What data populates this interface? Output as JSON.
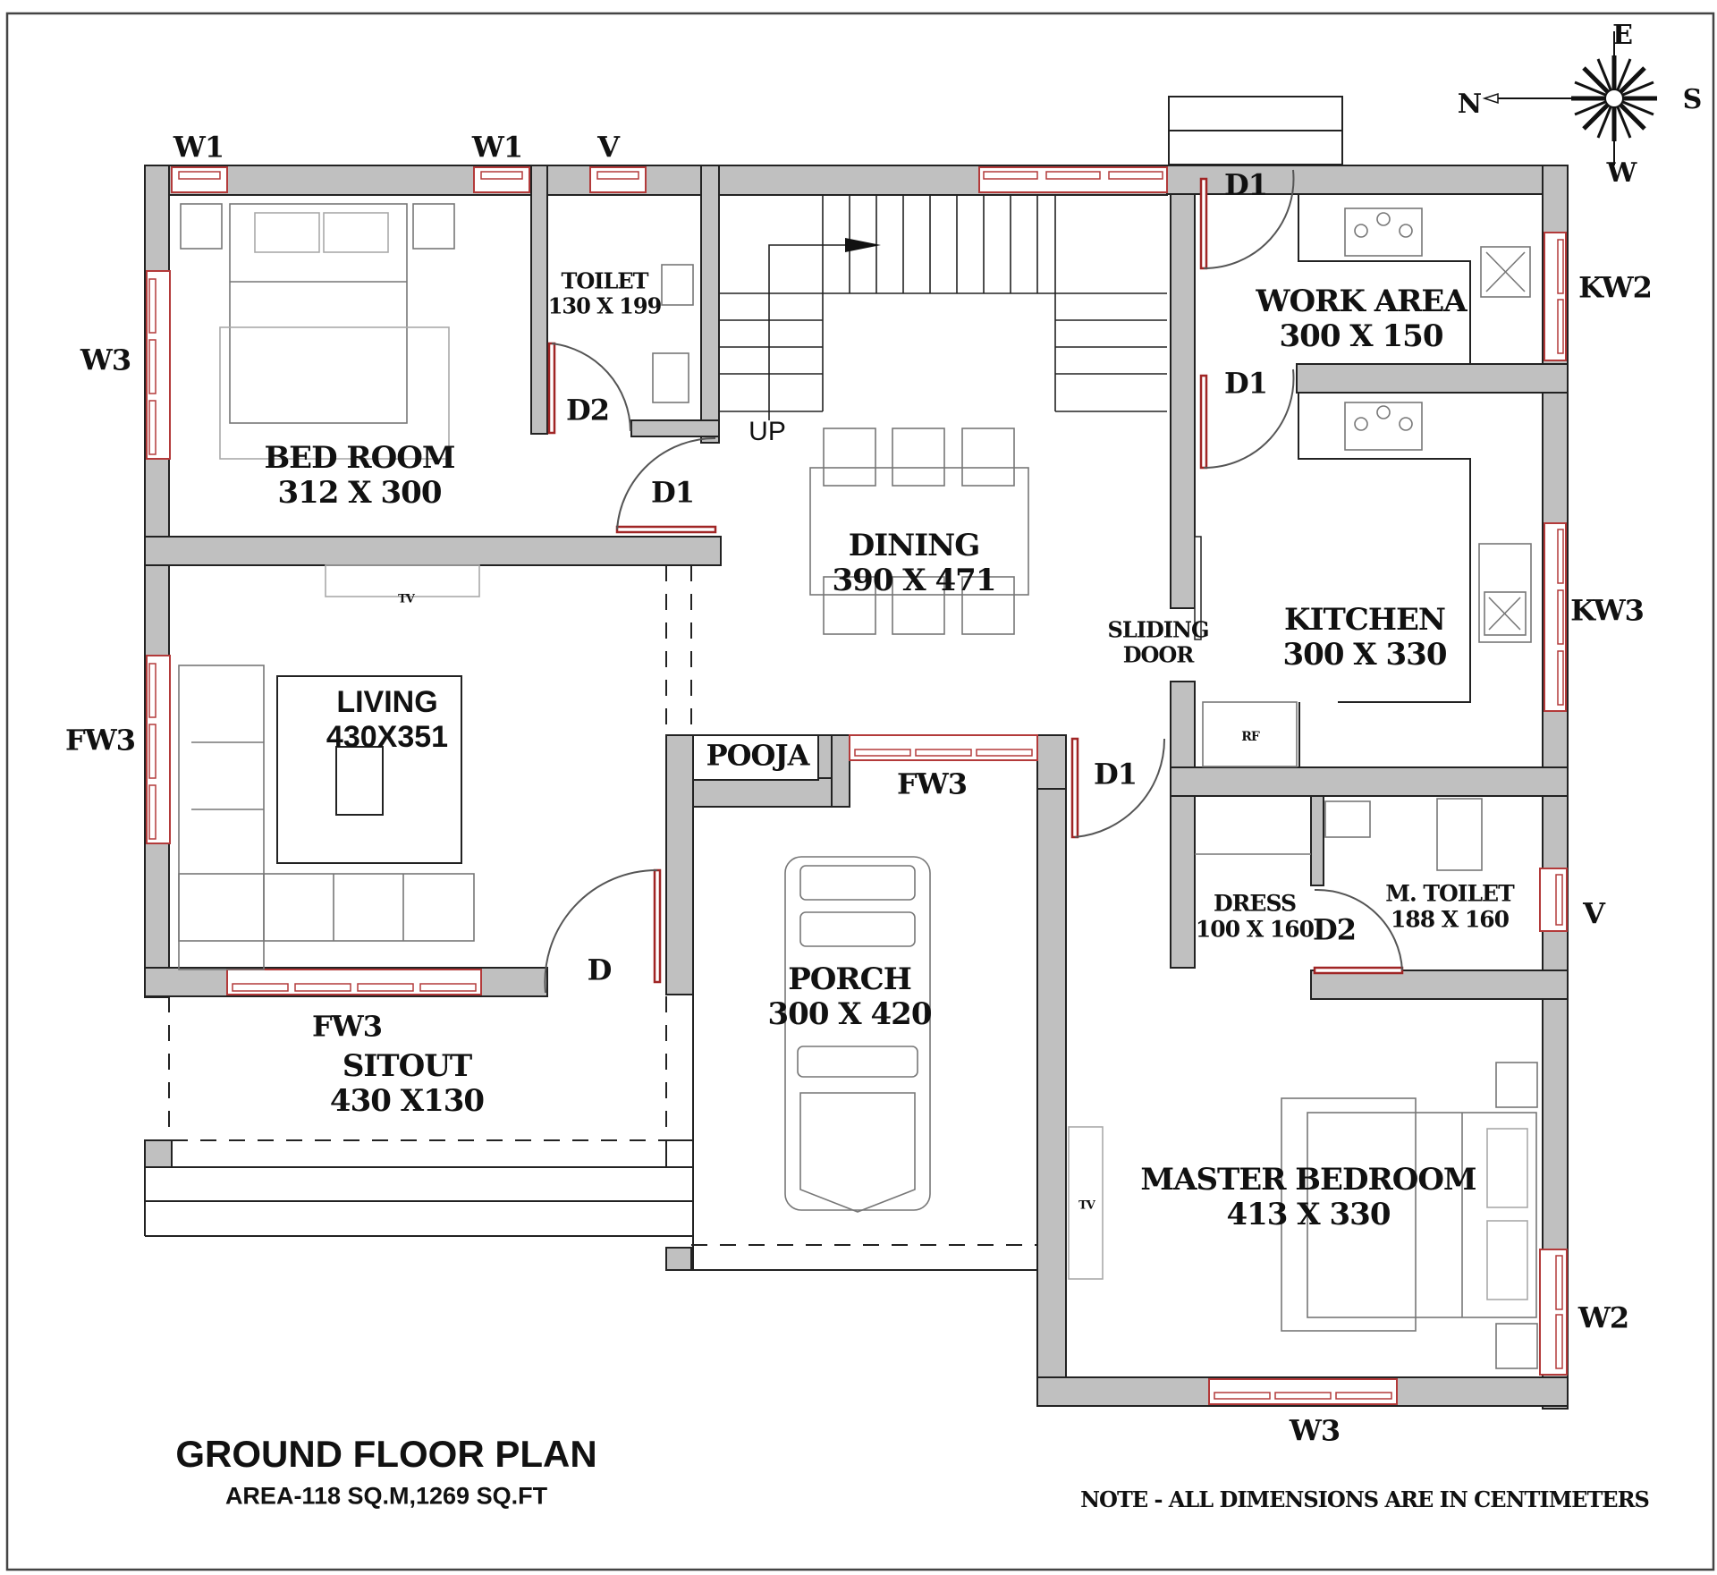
{
  "title": "GROUND FLOOR PLAN",
  "area": "AREA-118 SQ.M,1269 SQ.FT",
  "note": "NOTE - ALL DIMENSIONS ARE IN CENTIMETERS",
  "compass": {
    "north": "N",
    "east": "E",
    "south": "S",
    "west": "W"
  },
  "rooms": {
    "bedroom": {
      "name": "BED ROOM",
      "size": "312 X 300"
    },
    "toilet": {
      "name": "TOILET",
      "size": "130 X 199"
    },
    "dining": {
      "name": "DINING",
      "size": "390 X 471"
    },
    "work_area": {
      "name": "WORK AREA",
      "size": "300 X 150"
    },
    "kitchen": {
      "name": "KITCHEN",
      "size": "300 X 330"
    },
    "living": {
      "name": "LIVING",
      "size": "430X351"
    },
    "pooja": {
      "name": "POOJA"
    },
    "porch": {
      "name": "PORCH",
      "size": "300 X 420"
    },
    "sitout": {
      "name": "SITOUT",
      "size": "430 X130"
    },
    "dress": {
      "name": "DRESS",
      "size": "100  X 160"
    },
    "master_toilet": {
      "name": "M. TOILET",
      "size": "188  X 160"
    },
    "master_bedroom": {
      "name": "MASTER BEDROOM",
      "size": "413 X 330"
    }
  },
  "labels": {
    "stairs_up": "UP",
    "sliding_door": "SLIDING\nDOOR",
    "tv": "TV",
    "fridge": "RF"
  },
  "openings": {
    "w1_left": "W1",
    "w1_right": "W1",
    "v_toilet": "V",
    "w3_bedroom": "W3",
    "fw3_living": "FW3",
    "fw3_sitout": "FW3",
    "fw3_porch": "FW3",
    "kw2": "KW2",
    "kw3": "KW3",
    "v_master_toilet": "V",
    "w2": "W2",
    "w3_master": "W3",
    "d1_work_top": "D1",
    "d1_work_kitchen": "D1",
    "d1_bedroom": "D1",
    "d2_toilet": "D2",
    "d1_master": "D1",
    "d2_master_toilet": "D2",
    "d_main": "D"
  },
  "colors": {
    "wall": "#c0c0c0",
    "opening": "#b33a3a",
    "line": "#222222"
  }
}
